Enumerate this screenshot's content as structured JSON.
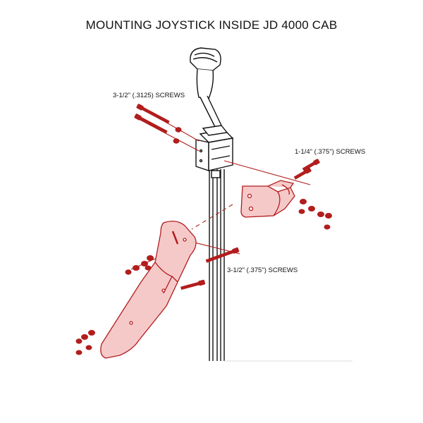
{
  "title": "MOUNTING JOYSTICK INSIDE JD 4000 CAB",
  "callouts": {
    "screws_top": "3-1/2\" (.3125) SCREWS",
    "screws_right": "1-1/4\" (.375\") SCREWS",
    "screws_bottom": "3-1/2\" (.375\") SCREWS"
  },
  "colors": {
    "part_fill": "#f6c9c9",
    "part_stroke": "#b21d1d",
    "hardware": "#b21d1d",
    "line": "#111111"
  }
}
